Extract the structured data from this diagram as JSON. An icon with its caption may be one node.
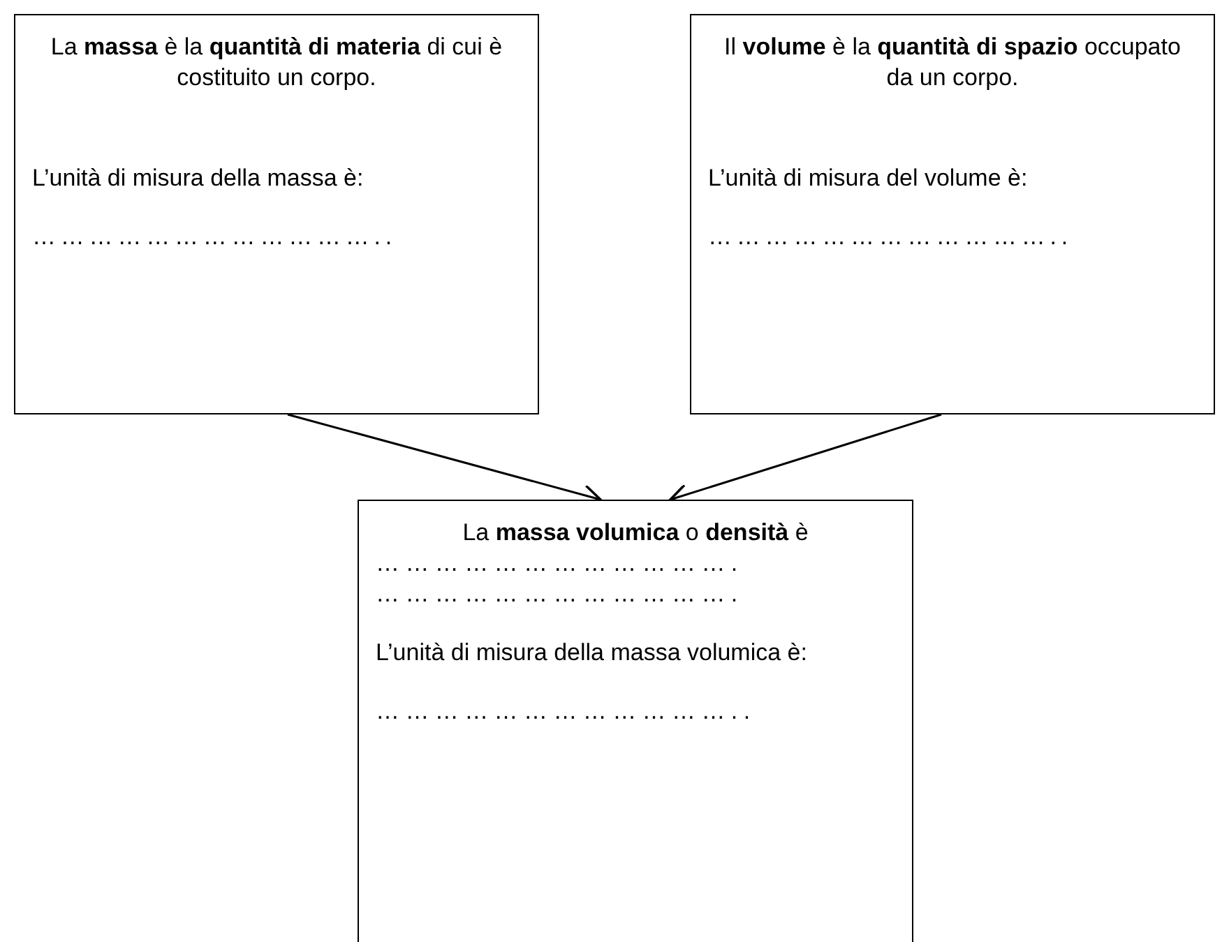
{
  "diagram": {
    "nodes": [
      {
        "text": [
          "La **massa** è la **quantità di materia** di cui è costituito un corpo.",
          "L’unità di misura della massa è:",
          "……………………………….."
        ]
      },
      {
        "text": [
          "Il **volume** è la **quantità di spazio** occupato da un corpo.",
          "L’unità di misura del volume è:",
          "……………………………….."
        ]
      },
      {
        "text": [
          "La **massa volumica** o **densità** è",
          "……………………………….",
          "……………………………….",
          "L’unità di misura della massa volumica è:",
          "……………………………….."
        ]
      }
    ],
    "edges": [
      {
        "from": 0,
        "to": 2,
        "arrow": "to"
      },
      {
        "from": 1,
        "to": 2,
        "arrow": "to"
      }
    ]
  }
}
